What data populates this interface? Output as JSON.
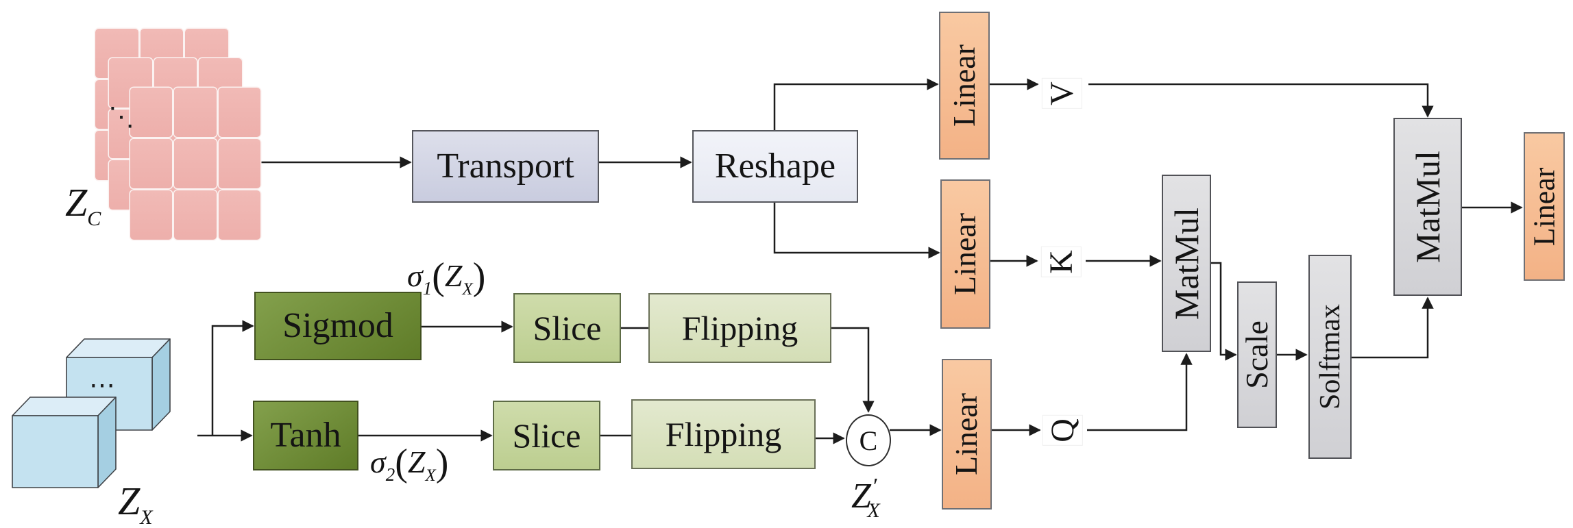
{
  "figure": {
    "tensors": {
      "zc": {
        "base": "Z",
        "sub": "C"
      },
      "zx": {
        "base": "Z",
        "sub": "X"
      },
      "zx_prime": {
        "base": "Z",
        "prime": "′",
        "sub": "X"
      },
      "stack_dots": "⋱",
      "cube_dots": "⋯"
    },
    "boxes": {
      "transport": "Transport",
      "reshape": "Reshape",
      "linear_v": "Linear",
      "linear_k": "Linear",
      "linear_q": "Linear",
      "linear_out": "Linear",
      "sigmod": "Sigmod",
      "tanh": "Tanh",
      "slice_top": "Slice",
      "slice_bottom": "Slice",
      "flipping_top": "Flipping",
      "flipping_bottom": "Flipping",
      "matmul_qk": "MatMul",
      "scale": "Scale",
      "softmax": "Solftmax",
      "matmul_av": "MatMul"
    },
    "ports": {
      "v": "V",
      "k": "K",
      "q": "Q",
      "concat": "C"
    },
    "annotations": {
      "sigma1": {
        "sym": "σ",
        "sub": "1",
        "open": "(",
        "arg": "Z",
        "arg_sub": "X",
        "close": ")"
      },
      "sigma2": {
        "sym": "σ",
        "sub": "2",
        "open": "(",
        "arg": "Z",
        "arg_sub": "X",
        "close": ")"
      }
    },
    "colors": {
      "linear_fill": "#f6bd94",
      "operator_gray_fill": "#d9d9db",
      "transport_fill": "#d3d5e5",
      "reshape_fill": "#eceff6",
      "activation_dark_green": "#6f8c33",
      "slice_green": "#c6d49e",
      "flipping_green": "#dce3c3",
      "tensor_pink": "#efb5b1",
      "cube_blue": "#c4e2f0",
      "wire": "#1c1c1c"
    }
  }
}
